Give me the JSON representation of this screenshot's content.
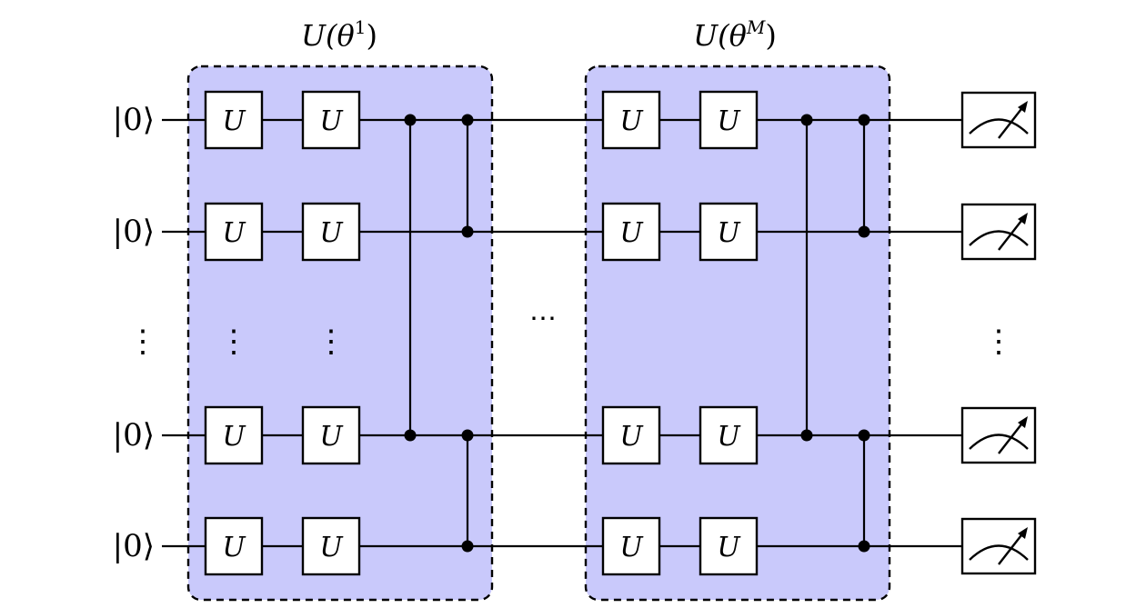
{
  "diagram": {
    "type": "quantum-circuit",
    "colors": {
      "block_fill": "#c9c9fb",
      "line": "#000000",
      "gate_fill": "#ffffff"
    },
    "inputs": [
      {
        "label": "|0⟩"
      },
      {
        "label": "|0⟩"
      },
      {
        "label": "⋮"
      },
      {
        "label": "|0⟩"
      },
      {
        "label": "|0⟩"
      }
    ],
    "blocks": [
      {
        "title": {
          "prefix": "U(",
          "var": "θ",
          "sup": "1",
          "suffix": ")"
        },
        "gate_label": "U",
        "vertical_ellipsis": "⋮",
        "entangling": [
          {
            "control_row": 0,
            "target_row": 3
          },
          {
            "control_row": 0,
            "target_row": 1
          },
          {
            "control_row": 3,
            "target_row": 4
          }
        ]
      },
      {
        "title": {
          "prefix": "U(",
          "var": "θ",
          "sup": "M",
          "suffix": ")"
        },
        "gate_label": "U",
        "vertical_ellipsis": "",
        "entangling": [
          {
            "control_row": 0,
            "target_row": 3
          },
          {
            "control_row": 0,
            "target_row": 1
          },
          {
            "control_row": 3,
            "target_row": 4
          }
        ]
      }
    ],
    "between_blocks": "⋯",
    "measurement": {
      "icon": "meter-icon",
      "vertical_ellipsis": "⋮"
    }
  }
}
